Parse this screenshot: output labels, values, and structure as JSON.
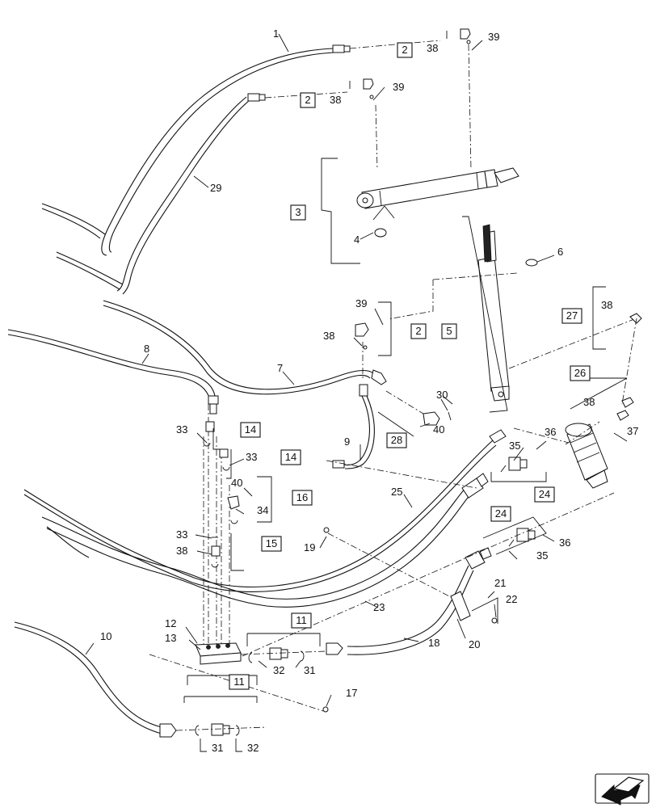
{
  "callouts": [
    {
      "id": "c1",
      "text": "1"
    },
    {
      "id": "c2a",
      "text": "2"
    },
    {
      "id": "c38a",
      "text": "38"
    },
    {
      "id": "c39a",
      "text": "39"
    },
    {
      "id": "c2b",
      "text": "2"
    },
    {
      "id": "c38b",
      "text": "38"
    },
    {
      "id": "c39b",
      "text": "39"
    },
    {
      "id": "c29",
      "text": "29"
    },
    {
      "id": "c3",
      "text": "3"
    },
    {
      "id": "c4",
      "text": "4"
    },
    {
      "id": "c6",
      "text": "6"
    },
    {
      "id": "c39c",
      "text": "39"
    },
    {
      "id": "c38c",
      "text": "38"
    },
    {
      "id": "c2c",
      "text": "2"
    },
    {
      "id": "c5",
      "text": "5"
    },
    {
      "id": "c27",
      "text": "27"
    },
    {
      "id": "c38d",
      "text": "38"
    },
    {
      "id": "c8",
      "text": "8"
    },
    {
      "id": "c7",
      "text": "7"
    },
    {
      "id": "c26",
      "text": "26"
    },
    {
      "id": "c38e",
      "text": "38"
    },
    {
      "id": "c30",
      "text": "30"
    },
    {
      "id": "c37",
      "text": "37"
    },
    {
      "id": "c33a",
      "text": "33"
    },
    {
      "id": "c14a",
      "text": "14"
    },
    {
      "id": "c40a",
      "text": "40"
    },
    {
      "id": "c28",
      "text": "28"
    },
    {
      "id": "c36a",
      "text": "36"
    },
    {
      "id": "c9",
      "text": "9"
    },
    {
      "id": "c35a",
      "text": "35"
    },
    {
      "id": "c33b",
      "text": "33"
    },
    {
      "id": "c14b",
      "text": "14"
    },
    {
      "id": "c24a",
      "text": "24"
    },
    {
      "id": "c40b",
      "text": "40"
    },
    {
      "id": "c25",
      "text": "25"
    },
    {
      "id": "c16",
      "text": "16"
    },
    {
      "id": "c34",
      "text": "34"
    },
    {
      "id": "c24b",
      "text": "24"
    },
    {
      "id": "c33c",
      "text": "33"
    },
    {
      "id": "c36b",
      "text": "36"
    },
    {
      "id": "c19",
      "text": "19"
    },
    {
      "id": "c15",
      "text": "15"
    },
    {
      "id": "c38f",
      "text": "38"
    },
    {
      "id": "c35b",
      "text": "35"
    },
    {
      "id": "c21",
      "text": "21"
    },
    {
      "id": "c22",
      "text": "22"
    },
    {
      "id": "c23",
      "text": "23"
    },
    {
      "id": "c12",
      "text": "12"
    },
    {
      "id": "c11a",
      "text": "11"
    },
    {
      "id": "c10",
      "text": "10"
    },
    {
      "id": "c13",
      "text": "13"
    },
    {
      "id": "c18",
      "text": "18"
    },
    {
      "id": "c20",
      "text": "20"
    },
    {
      "id": "c32a",
      "text": "32"
    },
    {
      "id": "c31a",
      "text": "31"
    },
    {
      "id": "c17",
      "text": "17"
    },
    {
      "id": "c11b",
      "text": "11"
    },
    {
      "id": "c31b",
      "text": "31"
    },
    {
      "id": "c32b",
      "text": "32"
    }
  ],
  "nav_icon": "next-page-arrow-icon"
}
